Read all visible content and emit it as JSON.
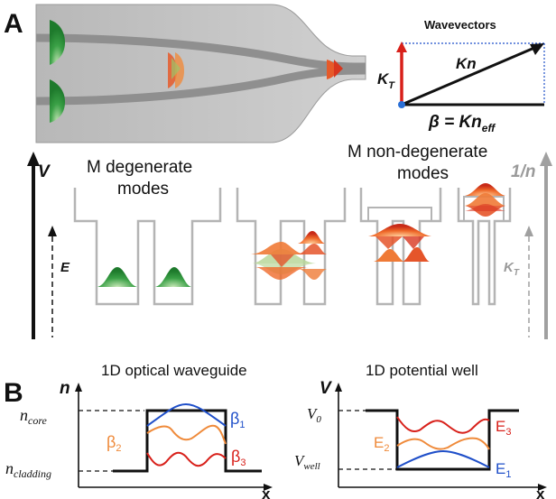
{
  "panel_a": {
    "letter": "A",
    "wavevectors": {
      "title": "Wavevectors",
      "kt": "K",
      "kt_sub": "T",
      "kn": "Kn",
      "beta_sym": "β",
      "beta_eq": " = Kn",
      "beta_sub": "eff"
    },
    "potential": {
      "v_axis": "V",
      "inv_n_axis": "1/n",
      "e_label": "E",
      "kt_label": "K",
      "kt_sub": "T",
      "degenerate_line1": "M degenerate",
      "degenerate_line2": "modes",
      "nondegenerate_line1": "M non-degenerate",
      "nondegenerate_line2": "modes"
    }
  },
  "panel_b": {
    "letter": "B",
    "waveguide": {
      "title": "1D optical waveguide",
      "y_axis": "n",
      "x_axis": "x",
      "n_core": "n",
      "n_core_sub": "core",
      "n_cladding": "n",
      "n_cladding_sub": "cladding",
      "beta1": "β",
      "beta1_sub": "1",
      "beta2": "β",
      "beta2_sub": "2",
      "beta3": "β",
      "beta3_sub": "3"
    },
    "well": {
      "title": "1D potential well",
      "y_axis": "V",
      "x_axis": "x",
      "v0": "V",
      "v0_sub": "0",
      "vwell": "V",
      "vwell_sub": "well",
      "e1": "E",
      "e1_sub": "1",
      "e2": "E",
      "e2_sub": "2",
      "e3": "E",
      "e3_sub": "3"
    }
  },
  "colors": {
    "green": "#2e9b3a",
    "red": "#d8361f",
    "orange": "#ef8a3a",
    "blue": "#1f4fc9",
    "gray": "#a6a6a6",
    "black": "#111111"
  }
}
